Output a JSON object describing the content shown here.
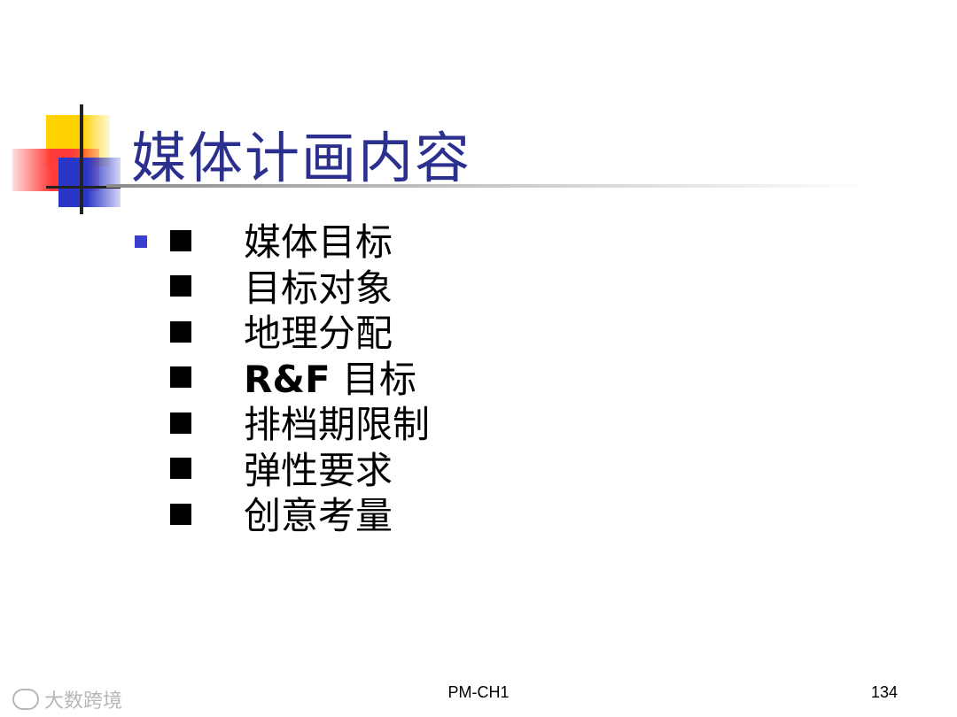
{
  "slide": {
    "title": "媒体计画内容",
    "items": [
      {
        "bold": "",
        "text": "媒体目标"
      },
      {
        "bold": "",
        "text": "目标对象"
      },
      {
        "bold": "",
        "text": "地理分配"
      },
      {
        "bold": "R&F",
        "text": " 目标"
      },
      {
        "bold": "",
        "text": "排档期限制"
      },
      {
        "bold": "",
        "text": "弹性要求"
      },
      {
        "bold": "",
        "text": "创意考量"
      }
    ],
    "footer": "PM-CH1",
    "page_number": "134",
    "watermark": "大数跨境"
  },
  "colors": {
    "title": "#2b2f8e",
    "outer_bullet": "#3a3fd0",
    "deco_yellow": "#ffd200",
    "deco_red": "#ff3b3b",
    "deco_blue": "#2a36c8"
  },
  "icons": {
    "outer_bullet": "square-bullet-icon",
    "item_bullet": "black-square-icon"
  }
}
